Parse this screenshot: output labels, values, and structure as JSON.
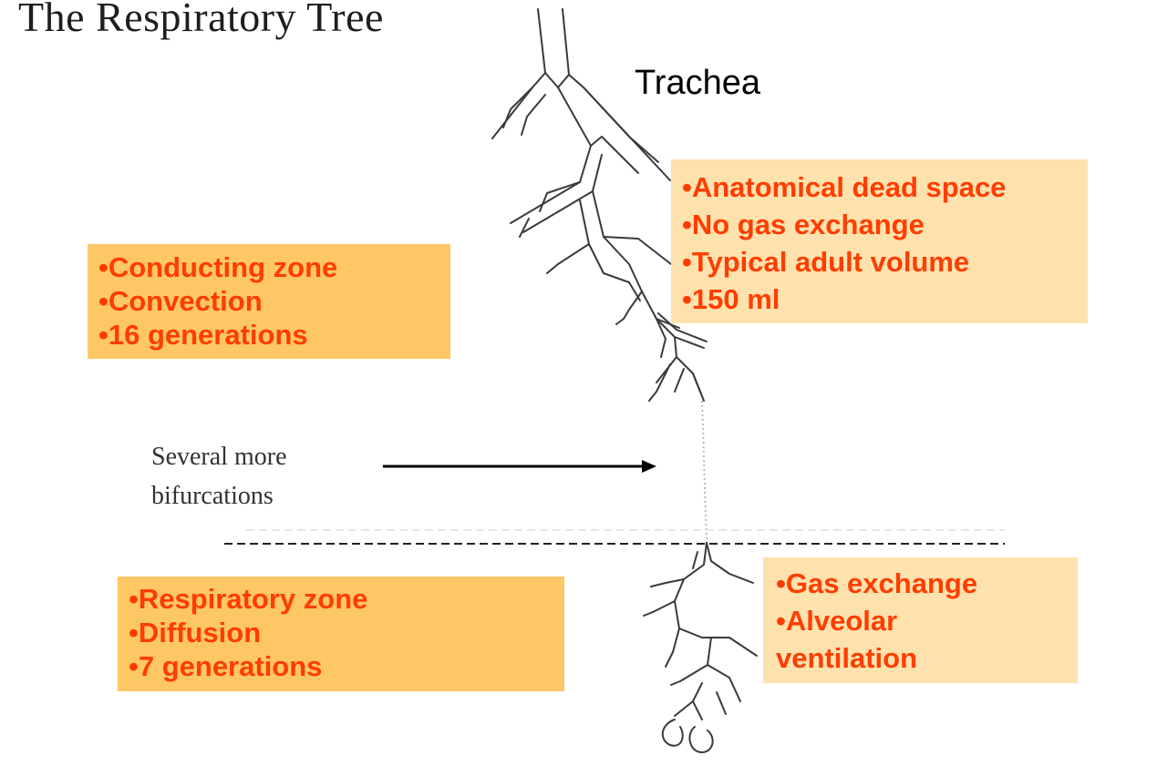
{
  "title": "The Respiratory Tree",
  "trachea_label": "Trachea",
  "bifurcations_label": [
    "Several more",
    "bifurcations"
  ],
  "conducting_box": [
    "•Conducting zone",
    "•Convection",
    "•16 generations"
  ],
  "dead_space_box": [
    "•Anatomical dead space",
    "•No gas exchange",
    "•Typical adult volume",
    "•150 ml"
  ],
  "respiratory_box": [
    "•Respiratory zone",
    "•Diffusion",
    "•7 generations"
  ],
  "gas_exchange_box": [
    "•Gas exchange",
    "•Alveolar",
    "ventilation"
  ],
  "colors": {
    "box_text": "#ff3d00",
    "box_dark_fill": "#fdc765",
    "box_light_fill": "#fee2ad",
    "tree_line": "#3a3a3a"
  }
}
